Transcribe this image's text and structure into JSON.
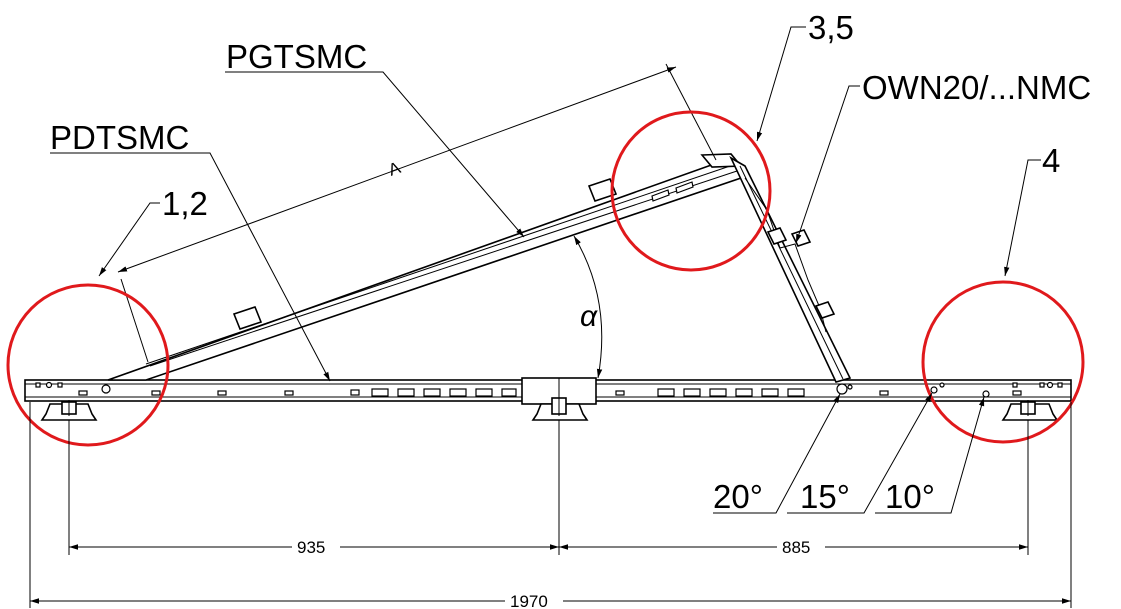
{
  "labels": {
    "pgtsmc": "PGTSMC",
    "pdtsmc": "PDTSMC",
    "detail_12": "1,2",
    "detail_35": "3,5",
    "detail_4": "4",
    "own": "OWN20/...NMC",
    "dim_a": "A",
    "alpha": "α"
  },
  "angles": {
    "a20": "20°",
    "a15": "15°",
    "a10": "10°"
  },
  "dimensions": {
    "d935": "935",
    "d885": "885",
    "d1970": "1970"
  },
  "colors": {
    "line": "#000000",
    "highlight": "#e0191c",
    "background": "#ffffff"
  }
}
